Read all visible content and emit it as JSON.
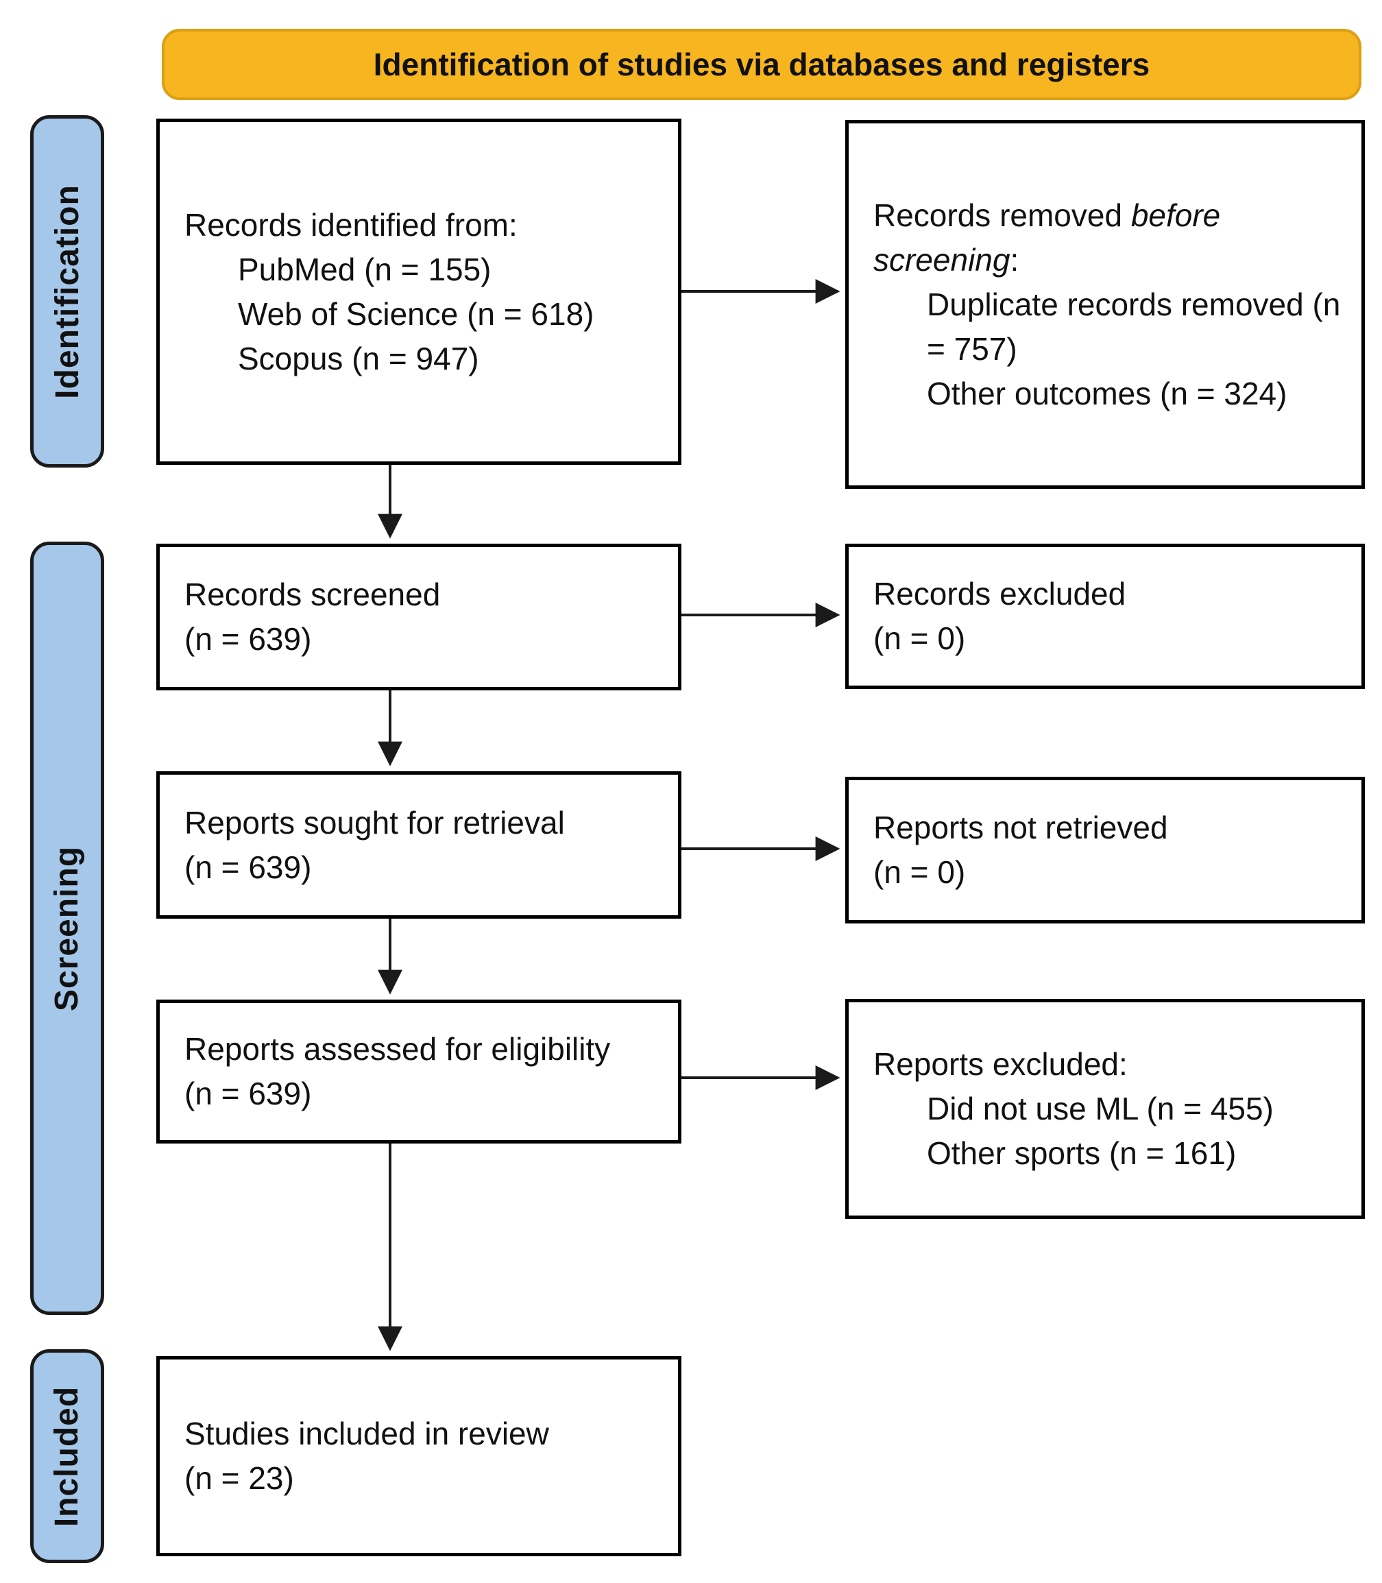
{
  "banner": {
    "title": "Identification of studies via databases and registers"
  },
  "sidebar": {
    "identification": "Identification",
    "screening": "Screening",
    "included": "Included"
  },
  "boxes": {
    "records_identified": {
      "title": "Records identified from:",
      "items": [
        "PubMed (n = 155)",
        "Web of Science (n = 618)",
        "Scopus (n = 947)"
      ]
    },
    "records_removed": {
      "title_prefix": "Records removed ",
      "title_italic": "before screening",
      "title_suffix": ":",
      "items": [
        "Duplicate records removed (n = 757)",
        "Other outcomes (n = 324)"
      ]
    },
    "records_screened": {
      "title": "Records screened",
      "count": "(n = 639)"
    },
    "records_excluded": {
      "title": "Records excluded",
      "count": "(n = 0)"
    },
    "reports_sought": {
      "title": "Reports sought for retrieval",
      "count": "(n = 639)"
    },
    "reports_not_retrieved": {
      "title": "Reports not retrieved",
      "count": "(n = 0)"
    },
    "reports_assessed": {
      "title": "Reports assessed for eligibility",
      "count": "(n = 639)"
    },
    "reports_excluded": {
      "title": "Reports excluded:",
      "items": [
        "Did not use ML (n = 455)",
        "Other sports (n = 161)"
      ]
    },
    "studies_included": {
      "title": "Studies included in review",
      "count": "(n = 23)"
    }
  },
  "colors": {
    "banner_fill": "#F7B51F",
    "banner_border": "#DCA014",
    "sidebar_fill": "#A5C7E9",
    "sidebar_border": "#1A1A1A",
    "box_border": "#000000",
    "arrow": "#1A1A1A"
  }
}
